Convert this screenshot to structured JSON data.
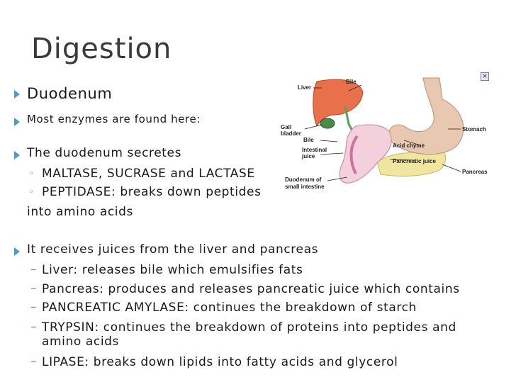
{
  "title": "Digestion",
  "bullets": {
    "b1": "Duodenum",
    "b2": "Most enzymes are found here:",
    "b3": "The duodenum secretes",
    "b3a": "MALTASE, SUCRASE and LACTASE",
    "b3b": "PEPTIDASE: breaks down peptides",
    "b3c": "into amino acids",
    "b4": "It receives juices from the liver and pancreas",
    "b4a": "Liver: releases bile which emulsifies fats",
    "b4b": "Pancreas: produces and releases pancreatic juice which contains",
    "b4c": "PANCREATIC AMYLASE: continues the breakdown of starch",
    "b4d1": "TRYPSIN: continues the breakdown of proteins into peptides and",
    "b4d2": "amino acids",
    "b4e": "LIPASE: breaks down lipids into fatty acids and glycerol"
  },
  "diagram": {
    "liver": "Liver",
    "bile_top": "Bile",
    "gall1": "Gall",
    "gall2": "bladder",
    "bile_mid": "Bile",
    "intestinal1": "Intestinal",
    "intestinal2": "juice",
    "stomach": "Stomach",
    "acid_chyme": "Acid chyme",
    "pancreatic_juice": "Pancreatic juice",
    "pancreas": "Pancreas",
    "duo1": "Duodenum of",
    "duo2": "small intestine"
  },
  "close_glyph": "×"
}
